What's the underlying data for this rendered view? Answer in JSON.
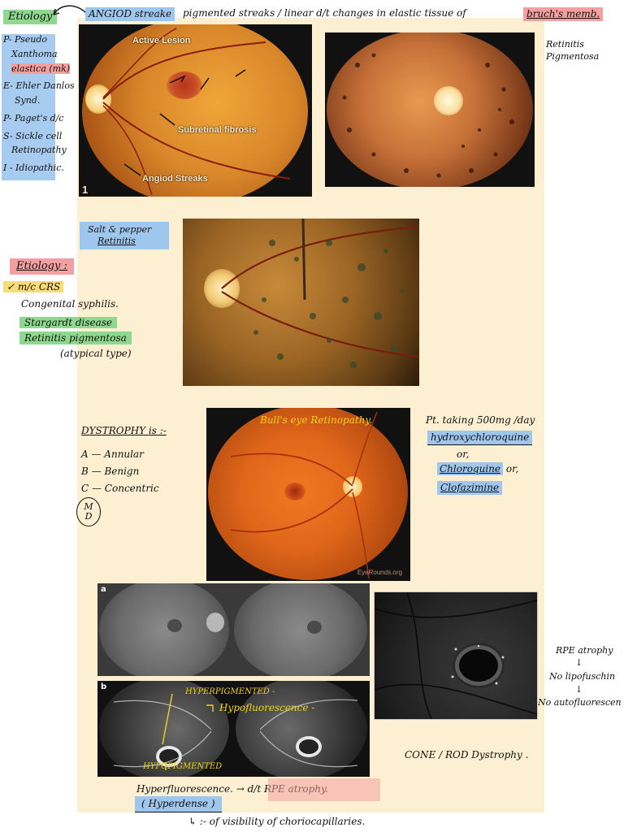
{
  "header": {
    "title": "ANGIOD streake",
    "definition": "pigmented streaks / linear d/t changes in elastic tissue of",
    "membrane": "bruch's memb."
  },
  "etiology1": {
    "heading": "Etiology",
    "items": [
      {
        "text": "P- Pseudo",
        "hl": ""
      },
      {
        "text": "Xanthoma",
        "hl": ""
      },
      {
        "text": "elastica (mk)",
        "hl": "red"
      },
      {
        "text": "E- Ehler Danlos",
        "hl": ""
      },
      {
        "text": "Synd.",
        "hl": ""
      },
      {
        "text": "P- Paget's d/c",
        "hl": ""
      },
      {
        "text": "S- Sickle cell",
        "hl": ""
      },
      {
        "text": "Retinopathy",
        "hl": ""
      },
      {
        "text": "I - Idiopathic.",
        "hl": ""
      }
    ]
  },
  "img1": {
    "labels": {
      "active": "Active Lesion",
      "fibrosis": "Subretinal fibrosis",
      "streaks": "Angiod Streaks",
      "number": "1"
    }
  },
  "rp_label": "Retinitis Pigmentosa",
  "salt": {
    "label_line1": "Salt & pepper",
    "label_line2": "Retinitis"
  },
  "etiology2": {
    "heading": "Etiology :",
    "items": [
      {
        "text": "✓ m/c  CRS",
        "hl": "yellow"
      },
      {
        "text": "Congenital syphilis.",
        "hl": ""
      },
      {
        "text": "Stargardt disease",
        "hl": "green"
      },
      {
        "text": "Retinitis pigmentosa",
        "hl": "green"
      },
      {
        "text": "(atypical type)",
        "hl": ""
      }
    ]
  },
  "dystrophy": {
    "heading": "DYSTROPHY is :-",
    "items": [
      "A — Annular",
      "B — Benign",
      "C — Concentric"
    ],
    "circled": "M\nD"
  },
  "bulls": {
    "caption": "Bull's eye Retinopathy.",
    "watermark": "EyeRounds.org"
  },
  "drugs": {
    "line1": "Pt. taking 500mg /day",
    "drug1": "hydroxychloroquine",
    "or1": "or,",
    "drug2": "Chloroquine",
    "or2": "or,",
    "drug3": "Clofazimine"
  },
  "fa": {
    "panel_a": "a",
    "panel_b": "b",
    "hyperpig": "HYPERPIGMENTED -",
    "hypofluor": "Hypofluorescence -",
    "hypopig": "HYPOPIGMENTED"
  },
  "rpe": {
    "line1": "RPE atrophy",
    "line2": "No lipofuschin",
    "line3": "No autofluorescen"
  },
  "cone_rod": "CONE / ROD Dystrophy .",
  "bottom": {
    "line1": "Hyperfluorescence. → d/t  RPE atrophy.",
    "line2": "( Hyperdense )",
    "line3": "↳ :- of visibility of choriocapillaries."
  },
  "colors": {
    "paper": "#fcefd2",
    "green": "#8fd88f",
    "blue": "#9fc7ee",
    "red": "#f4a0a0",
    "yellow": "#f8dc78"
  }
}
